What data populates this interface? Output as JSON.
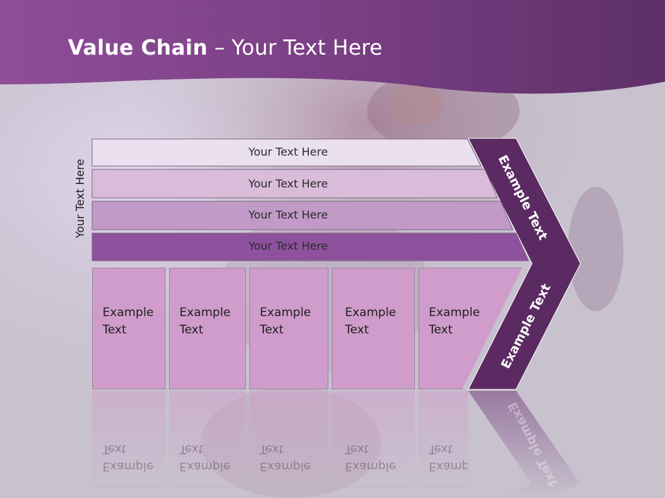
{
  "slide": {
    "title_bold": "Value Chain",
    "title_rest": " – Your Text Here",
    "side_label": "Your Text Here"
  },
  "bands": [
    {
      "label": "Your Text Here",
      "fill": "#ebe0ef"
    },
    {
      "label": "Your Text Here",
      "fill": "#d9bcd9"
    },
    {
      "label": "Your Text Here",
      "fill": "#c19ac8"
    },
    {
      "label": "Your Text Here",
      "fill": "#8e519e"
    }
  ],
  "cells": [
    {
      "label": "Example Text"
    },
    {
      "label": "Example Text"
    },
    {
      "label": "Example Text"
    },
    {
      "label": "Example Text"
    },
    {
      "label": "Example Text"
    }
  ],
  "arrow": {
    "upper_label": "Example Text",
    "lower_label": "Example Text",
    "fill": "#5b2a62"
  },
  "colors": {
    "header": "#7a3f84",
    "background": "#c9c3cf",
    "cell": "#d09ccb"
  }
}
